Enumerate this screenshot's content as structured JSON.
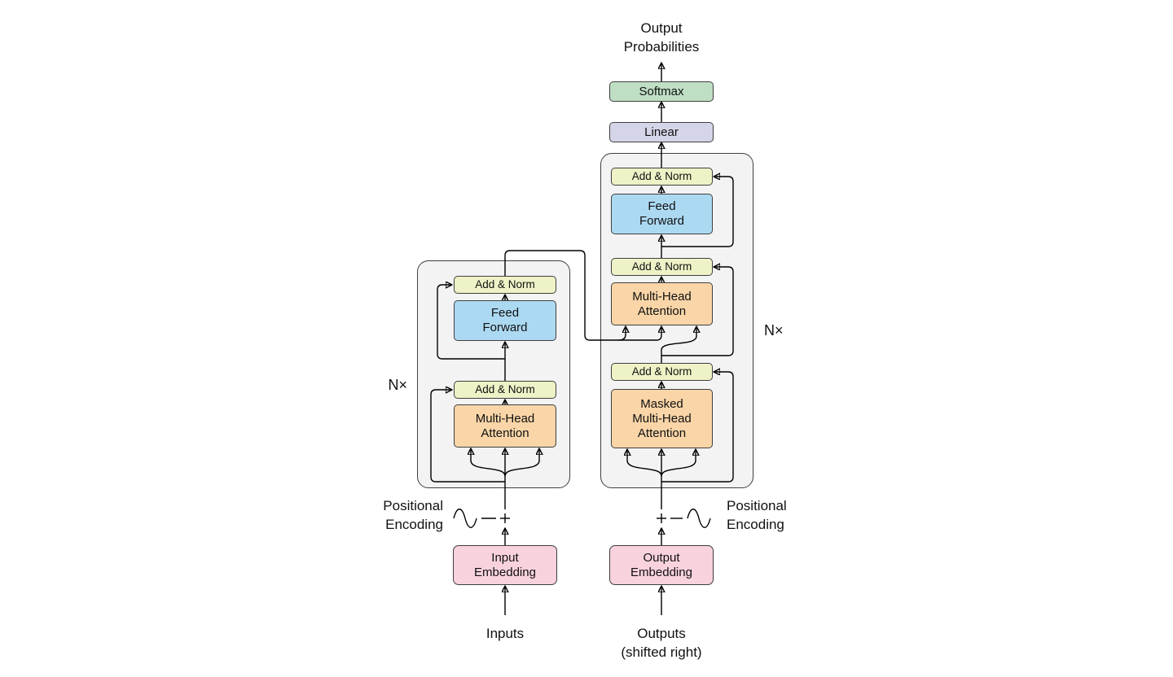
{
  "output_head": {
    "output_probabilities_label": "Output\nProbabilities",
    "softmax": "Softmax",
    "linear": "Linear"
  },
  "decoder": {
    "repeat_label": "N×",
    "blocks": {
      "add_norm_upper": "Add & Norm",
      "feed_forward": "Feed\nForward",
      "add_norm_middle": "Add & Norm",
      "multi_head_attention": "Multi-Head\nAttention",
      "add_norm_lower": "Add & Norm",
      "masked_multi_head_attention": "Masked\nMulti-Head\nAttention"
    },
    "output_embedding": "Output\nEmbedding",
    "positional_encoding_label": "Positional\nEncoding",
    "outputs_label": "Outputs\n(shifted right)"
  },
  "encoder": {
    "repeat_label": "N×",
    "blocks": {
      "add_norm_upper": "Add & Norm",
      "feed_forward": "Feed\nForward",
      "add_norm_lower": "Add & Norm",
      "multi_head_attention": "Multi-Head\nAttention"
    },
    "input_embedding": "Input\nEmbedding",
    "positional_encoding_label": "Positional\nEncoding",
    "inputs_label": "Inputs"
  },
  "icons": {
    "positional_encoding_symbol": "sine-wave-icon",
    "sum_symbol": "plus-circle-icon"
  },
  "colors": {
    "attention_fill": "#F9D5A7",
    "add_norm_fill": "#EEF2C6",
    "feed_forward_fill": "#ACD9F2",
    "embedding_fill": "#F8D2DD",
    "linear_fill": "#D4D5E8",
    "softmax_fill": "#BFDFC4",
    "container_fill": "#F3F3F4",
    "line_color": "#000000"
  }
}
